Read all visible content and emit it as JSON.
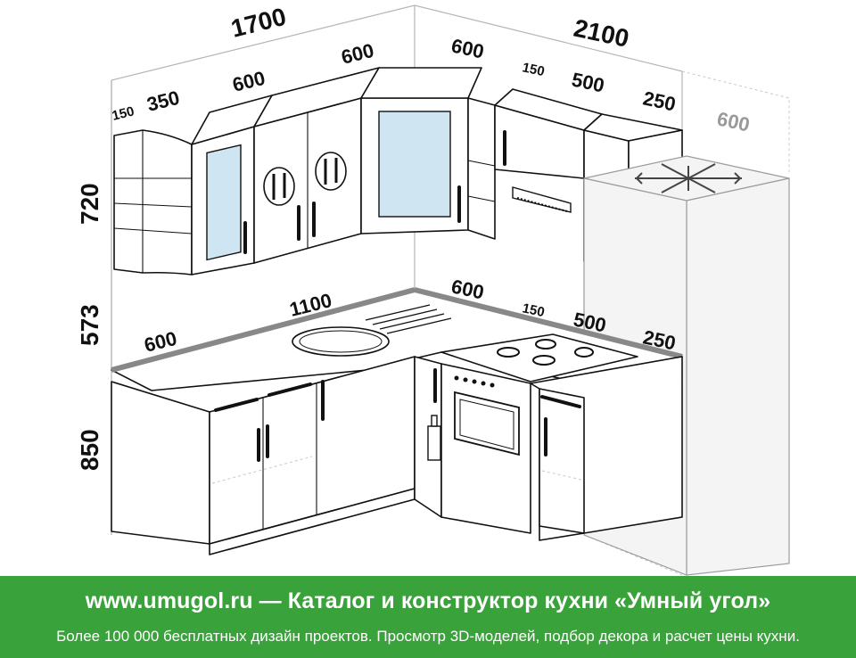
{
  "dimensions": {
    "wall_left_total": "1700",
    "wall_right_total": "2100",
    "upper_left_150": "150",
    "upper_left_350": "350",
    "upper_left_600": "600",
    "upper_corner_left_600": "600",
    "upper_corner_right_600": "600",
    "upper_right_150": "150",
    "upper_right_500": "500",
    "upper_right_250": "250",
    "fridge_600": "600",
    "height_upper_720": "720",
    "height_gap_573": "573",
    "height_base_850": "850",
    "counter_left_600": "600",
    "counter_1100": "1100",
    "counter_corner_600": "600",
    "counter_150": "150",
    "counter_500": "500",
    "counter_250": "250"
  },
  "footer": {
    "title": "www.umugol.ru — Каталог и конструктор кухни «Умный угол»",
    "subtitle": "Более 100 000 бесплатных дизайн проектов. Просмотр 3D-моделей, подбор декора и расчет цены кухни."
  },
  "colors": {
    "footer_bg": "#3aa23a",
    "glass": "#cfe6f2",
    "line": "#111111",
    "fridge": "#f4f4f4"
  },
  "icons": [
    "snowflake-icon",
    "fork-knife-icon",
    "cooktop-burner-icon",
    "oven-knob-icon",
    "bottle-icon",
    "range-hood-icon"
  ]
}
